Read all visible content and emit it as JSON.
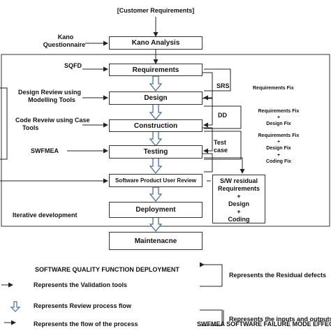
{
  "top_label": "[Customer Requirements]",
  "inputs": {
    "kano_questionnaire": [
      "Kano",
      "Questionnaire"
    ],
    "sqfd": "SQFD",
    "design_review": [
      "Design Review using",
      "Modelling Tools"
    ],
    "code_review": [
      "Code Reveiw using Case",
      "Tools"
    ],
    "swfmea": "SWFMEA",
    "iterative": "Iterative development"
  },
  "process_boxes": {
    "kano_analysis": "Kano Analysis",
    "requirements": "Requirements",
    "design": "Design",
    "construction": "Construction",
    "testing": "Testing",
    "user_review": "Software Product User Review",
    "deployment": "Deployment",
    "maintenance": "Maintenacne"
  },
  "side_labels": {
    "srs": "SRS",
    "dd": "DD",
    "test_case": [
      "Test",
      "case"
    ]
  },
  "fix_labels": {
    "requirements_fix_1": "Requirements Fix",
    "group2": [
      "Requirements Fix",
      "+",
      "Design Fix"
    ],
    "group3": [
      "Requirements Fix",
      "+",
      "Design Fix",
      "+",
      "Coding Fix"
    ]
  },
  "residual_box": [
    "S/W residual",
    "Requirements",
    "+",
    "Design",
    "+",
    "Coding"
  ],
  "legend": {
    "sqfd_full": "SOFTWARE QUALITY FUNCTION DEPLOYMENT",
    "validation": "Represents the Validation tools",
    "review_flow": "Represents Review process flow",
    "process_flow": "Represents the flow of the process",
    "residual_defects": "Represents the Residual defects",
    "inputs_outputs": "Represents the inputs and outputs",
    "swfmea_full": "SWFMEA   SOFTWARE FAILURE MODE EFFECT"
  }
}
